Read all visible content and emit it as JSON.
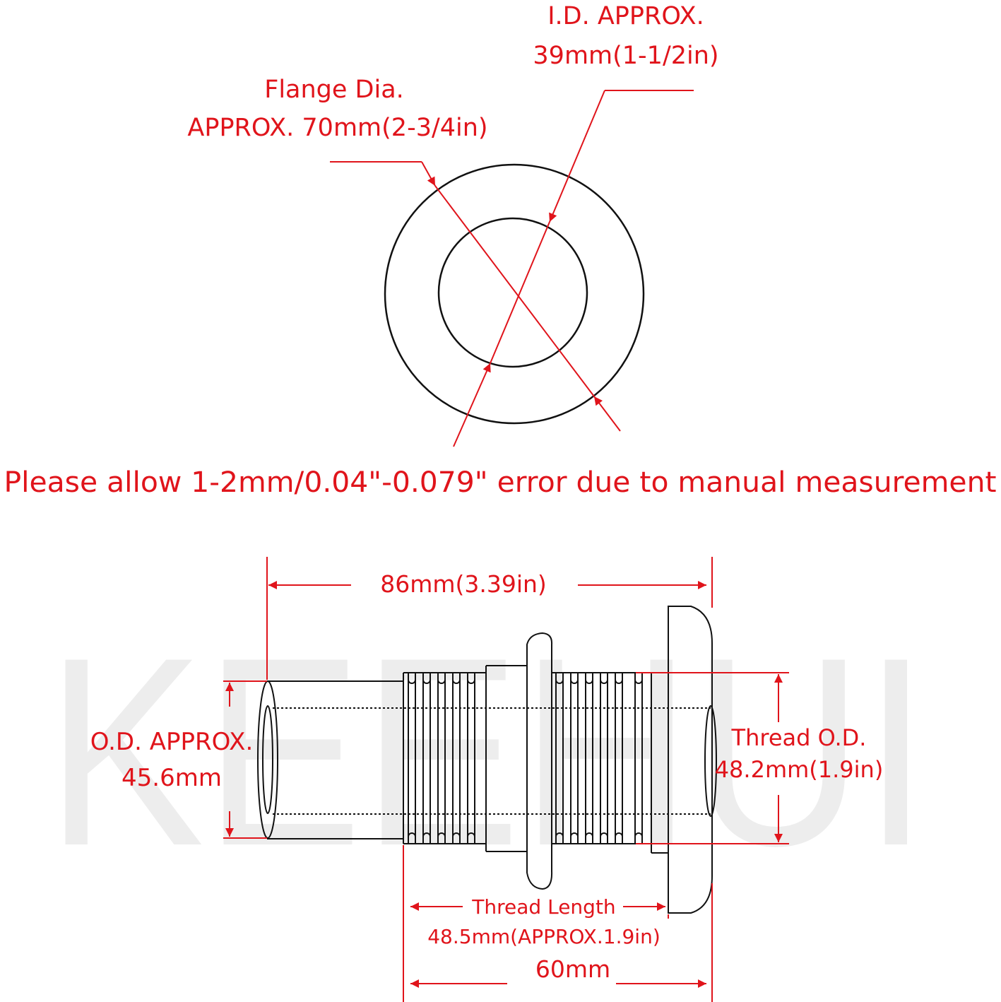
{
  "watermark": "KEEHUI",
  "colors": {
    "annotation": "#e0141b",
    "outline": "#111111",
    "watermark": "#ededed",
    "background": "#ffffff"
  },
  "top_view": {
    "id_label_line1": "I.D. APPROX.",
    "id_label_line2": "39mm(1-1/2in)",
    "flange_label_line1": "Flange Dia.",
    "flange_label_line2": "APPROX. 70mm(2-3/4in)"
  },
  "notice": "Please allow 1-2mm/0.04\"-0.079\" error due to manual measurement",
  "side_view": {
    "overall_length": "86mm(3.39in)",
    "od_line1": "O.D. APPROX.",
    "od_line2": "45.6mm",
    "thread_od_line1": "Thread O.D.",
    "thread_od_line2": "48.2mm(1.9in)",
    "thread_length_line1": "Thread Length",
    "thread_length_line2": "48.5mm(APPROX.1.9in)",
    "bottom_length": "60mm"
  }
}
